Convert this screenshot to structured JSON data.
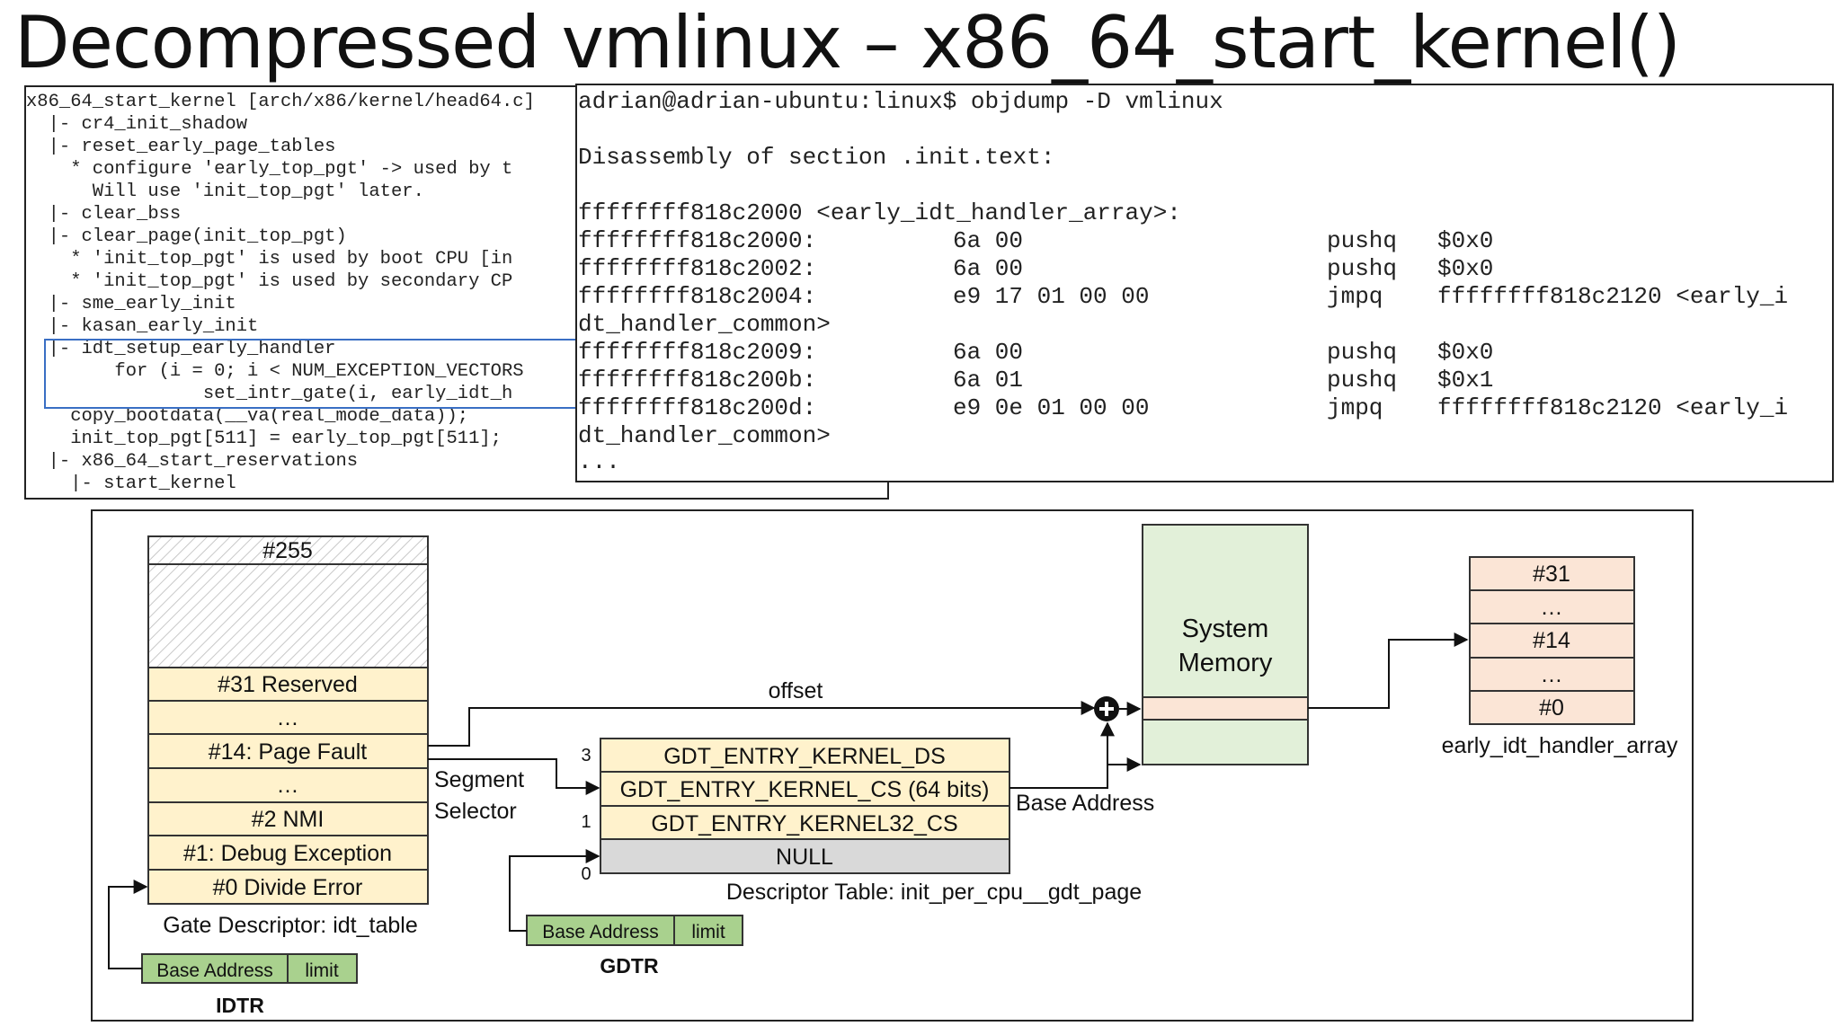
{
  "slide": {
    "title": "Decompressed vmlinux – x86_64_start_kernel()"
  },
  "code_tree": {
    "lines": [
      "x86_64_start_kernel [arch/x86/kernel/head64.c]",
      "  |- cr4_init_shadow",
      "  |- reset_early_page_tables",
      "    * configure 'early_top_pgt' -> used by t",
      "      Will use 'init_top_pgt' later.",
      "  |- clear_bss",
      "  |- clear_page(init_top_pgt)",
      "    * 'init_top_pgt' is used by boot CPU [in",
      "    * 'init_top_pgt' is used by secondary CP",
      "  |- sme_early_init",
      "  |- kasan_early_init",
      "  |- idt_setup_early_handler",
      "        for (i = 0; i < NUM_EXCEPTION_VECTORS",
      "                set_intr_gate(i, early_idt_h",
      "    copy_bootdata(__va(real_mode_data));",
      "    init_top_pgt[511] = early_top_pgt[511];",
      "  |- x86_64_start_reservations",
      "    |- start_kernel"
    ]
  },
  "objdump": {
    "command": "adrian@adrian-ubuntu:linux$ objdump -D vmlinux",
    "section": "Disassembly of section .init.text:",
    "symbol": "ffffffff818c2000 <early_idt_handler_array>:",
    "rows": [
      {
        "addr": "ffffffff818c2000:",
        "bytes": "6a 00",
        "op": "pushq",
        "arg": "$0x0"
      },
      {
        "addr": "ffffffff818c2002:",
        "bytes": "6a 00",
        "op": "pushq",
        "arg": "$0x0"
      },
      {
        "addr": "ffffffff818c2004:",
        "bytes": "e9 17 01 00 00",
        "op": "jmpq",
        "arg": "ffffffff818c2120 <early_i"
      },
      {
        "addr": "dt_handler_common>",
        "bytes": "",
        "op": "",
        "arg": ""
      },
      {
        "addr": "ffffffff818c2009:",
        "bytes": "6a 00",
        "op": "pushq",
        "arg": "$0x0"
      },
      {
        "addr": "ffffffff818c200b:",
        "bytes": "6a 01",
        "op": "pushq",
        "arg": "$0x1"
      },
      {
        "addr": "ffffffff818c200d:",
        "bytes": "e9 0e 01 00 00",
        "op": "jmpq",
        "arg": "ffffffff818c2120 <early_i"
      },
      {
        "addr": "dt_handler_common>",
        "bytes": "",
        "op": "",
        "arg": ""
      }
    ],
    "ellipsis": "..."
  },
  "diagram": {
    "idt": {
      "top": "#255",
      "entries": [
        "#31 Reserved",
        "…",
        "#14: Page Fault",
        "…",
        "#2 NMI",
        "#1: Debug Exception",
        "#0 Divide Error"
      ],
      "caption": "Gate Descriptor: idt_table"
    },
    "idtr": {
      "base": "Base Address",
      "limit": "limit",
      "label": "IDTR"
    },
    "segment_selector": [
      "Segment",
      "Selector"
    ],
    "offset_label": "offset",
    "gdt": {
      "entries": [
        "GDT_ENTRY_KERNEL_DS",
        "GDT_ENTRY_KERNEL_CS (64 bits)",
        "GDT_ENTRY_KERNEL32_CS",
        "NULL"
      ],
      "indices": [
        "3",
        "1",
        "0"
      ],
      "caption": "Descriptor Table: init_per_cpu__gdt_page"
    },
    "gdtr": {
      "base": "Base Address",
      "limit": "limit",
      "label": "GDTR"
    },
    "base_address_label": "Base Address",
    "memory": {
      "lines": [
        "System",
        "Memory"
      ]
    },
    "handler_array": {
      "entries": [
        "#31",
        "…",
        "#14",
        "…",
        "#0"
      ],
      "caption": "early_idt_handler_array"
    },
    "colors": {
      "entry_fill": "#fff2cc",
      "null_fill": "#d9d9d9",
      "register_fill": "#a9d18e",
      "memory_fill": "#e2f0d9",
      "handler_fill": "#fbe5d6"
    }
  }
}
